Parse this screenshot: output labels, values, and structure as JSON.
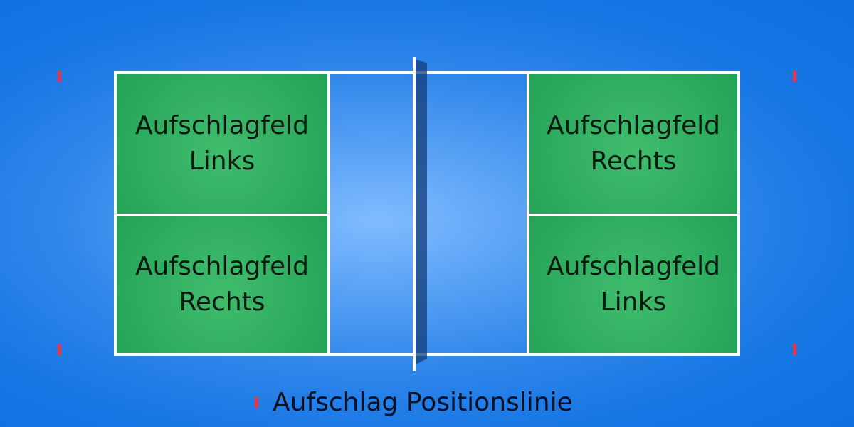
{
  "court": {
    "service_box_top_left": {
      "line1": "Aufschlagfeld",
      "line2": "Links"
    },
    "service_box_bottom_left": {
      "line1": "Aufschlagfeld",
      "line2": "Rechts"
    },
    "service_box_top_right": {
      "line1": "Aufschlagfeld",
      "line2": "Rechts"
    },
    "service_box_bottom_right": {
      "line1": "Aufschlagfeld",
      "line2": "Links"
    }
  },
  "legend": {
    "label": "Aufschlag Positionslinie"
  },
  "colors": {
    "background": "#1676e4",
    "service_box": "#33b063",
    "court_lines": "#ffffff",
    "service_position_marker": "#e8334a"
  }
}
